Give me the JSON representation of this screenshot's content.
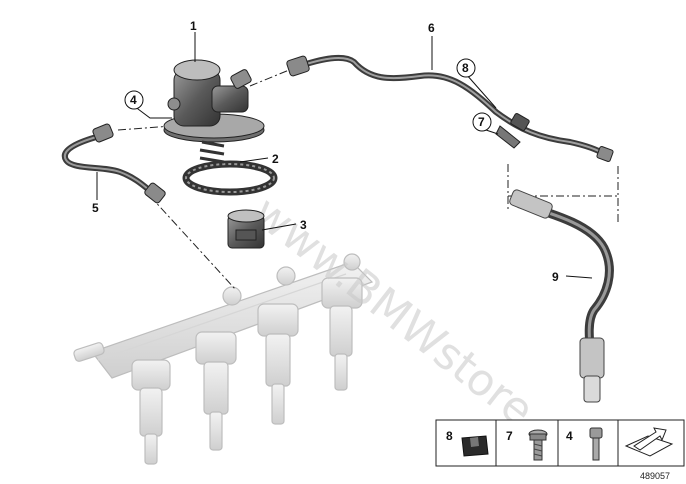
{
  "diagram": {
    "callouts": [
      {
        "id": "1",
        "label": "1"
      },
      {
        "id": "2",
        "label": "2"
      },
      {
        "id": "3",
        "label": "3"
      },
      {
        "id": "4",
        "label": "4"
      },
      {
        "id": "5",
        "label": "5"
      },
      {
        "id": "6",
        "label": "6"
      },
      {
        "id": "7",
        "label": "7"
      },
      {
        "id": "8",
        "label": "8"
      },
      {
        "id": "9",
        "label": "9"
      }
    ],
    "watermark": "www.BMWstore.pl",
    "legend": {
      "items": [
        {
          "label": "8",
          "icon": "rubber-grommet-icon"
        },
        {
          "label": "7",
          "icon": "hex-screw-icon"
        },
        {
          "label": "4",
          "icon": "socket-bolt-icon"
        },
        {
          "label": "",
          "icon": "orientation-arrow-icon"
        }
      ],
      "document_number": "489057"
    }
  }
}
